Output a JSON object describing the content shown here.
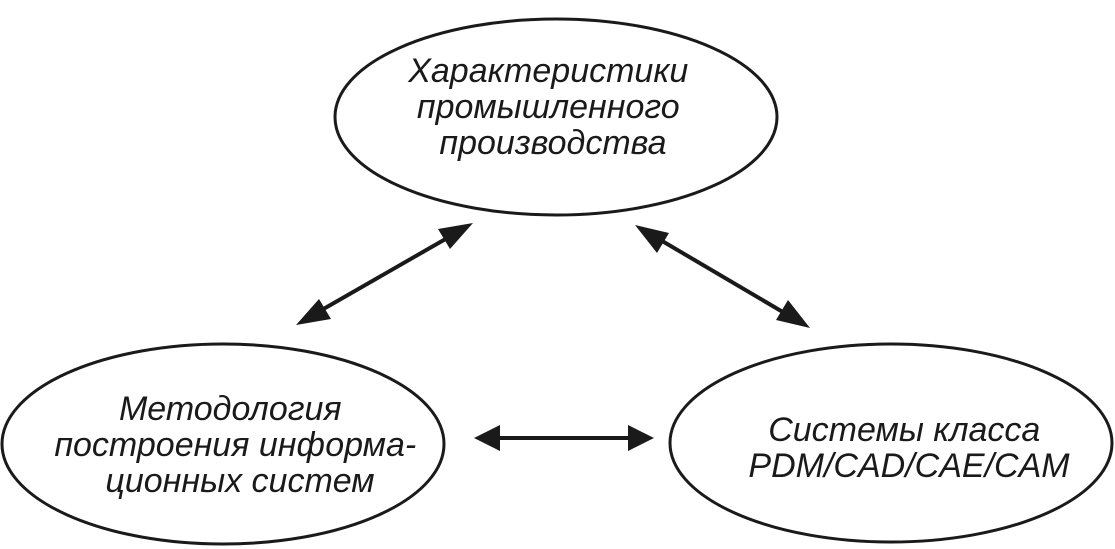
{
  "diagram": {
    "nodes": {
      "top": {
        "lines": [
          "Характеристики",
          "промышленного",
          "производства"
        ]
      },
      "left": {
        "lines": [
          "Методология",
          "построения информа-",
          "ционных систем"
        ]
      },
      "right": {
        "lines": [
          "Системы класса",
          "PDM/CAD/CAE/CAM"
        ]
      }
    },
    "edges": [
      {
        "from": "left",
        "to": "top",
        "type": "bidirectional"
      },
      {
        "from": "top",
        "to": "right",
        "type": "bidirectional"
      },
      {
        "from": "left",
        "to": "right",
        "type": "bidirectional"
      }
    ],
    "colors": {
      "stroke": "#1a1a1a",
      "background": "#ffffff"
    }
  }
}
